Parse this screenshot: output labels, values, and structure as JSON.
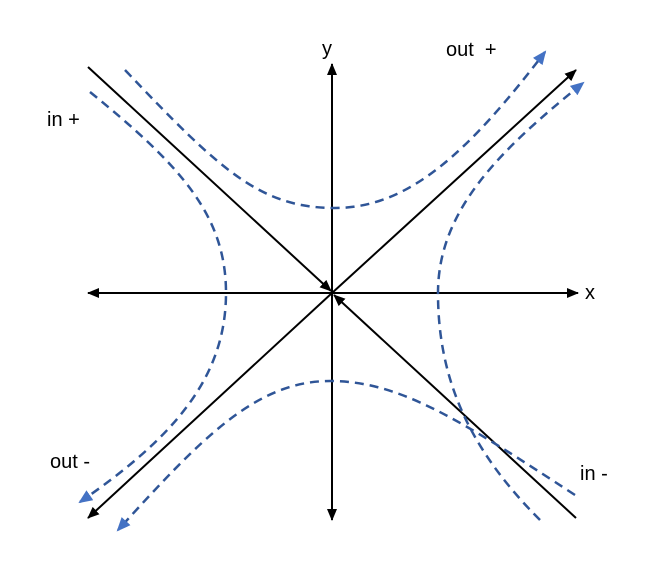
{
  "labels": {
    "x_axis": "x",
    "y_axis": "y",
    "out_plus": "out  +",
    "in_plus": "in +",
    "out_minus": "out -",
    "in_minus": "in -"
  },
  "colors": {
    "axes": "#000000",
    "trajectory": "#2f5597",
    "arrowhead": "#4472c4"
  }
}
